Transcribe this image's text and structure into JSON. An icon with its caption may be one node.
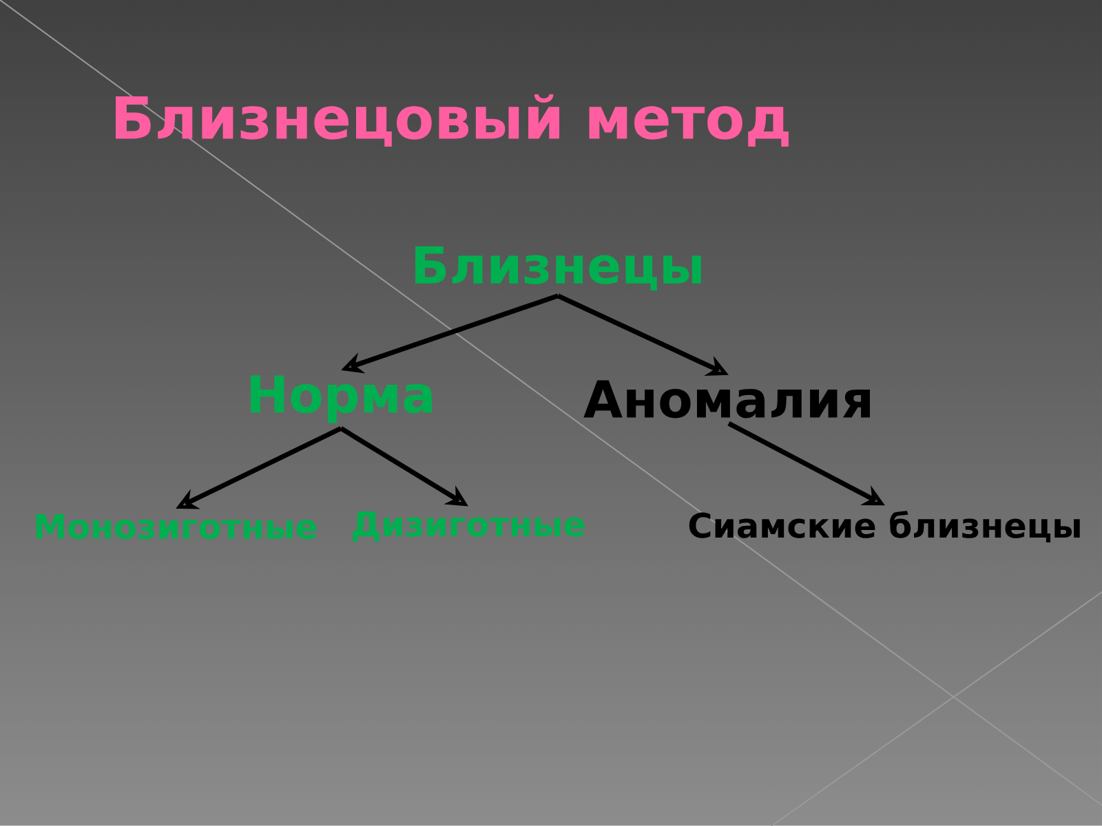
{
  "diagram": {
    "title": "Близнецовый метод",
    "nodes": [
      {
        "text": [
          "Близнецы"
        ]
      },
      {
        "text": [
          "Норма"
        ]
      },
      {
        "text": [
          "Аномалия"
        ]
      },
      {
        "text": [
          "Монозиготные"
        ]
      },
      {
        "text": [
          "Дизиготные"
        ]
      },
      {
        "text": [
          "Сиамские близнецы"
        ]
      }
    ],
    "edges": [
      {
        "from": 0,
        "to": 1,
        "arrow": "to"
      },
      {
        "from": 0,
        "to": 2,
        "arrow": "to"
      },
      {
        "from": 1,
        "to": 3,
        "arrow": "to"
      },
      {
        "from": 1,
        "to": 4,
        "arrow": "to"
      },
      {
        "from": 2,
        "to": 5,
        "arrow": "to"
      }
    ]
  }
}
